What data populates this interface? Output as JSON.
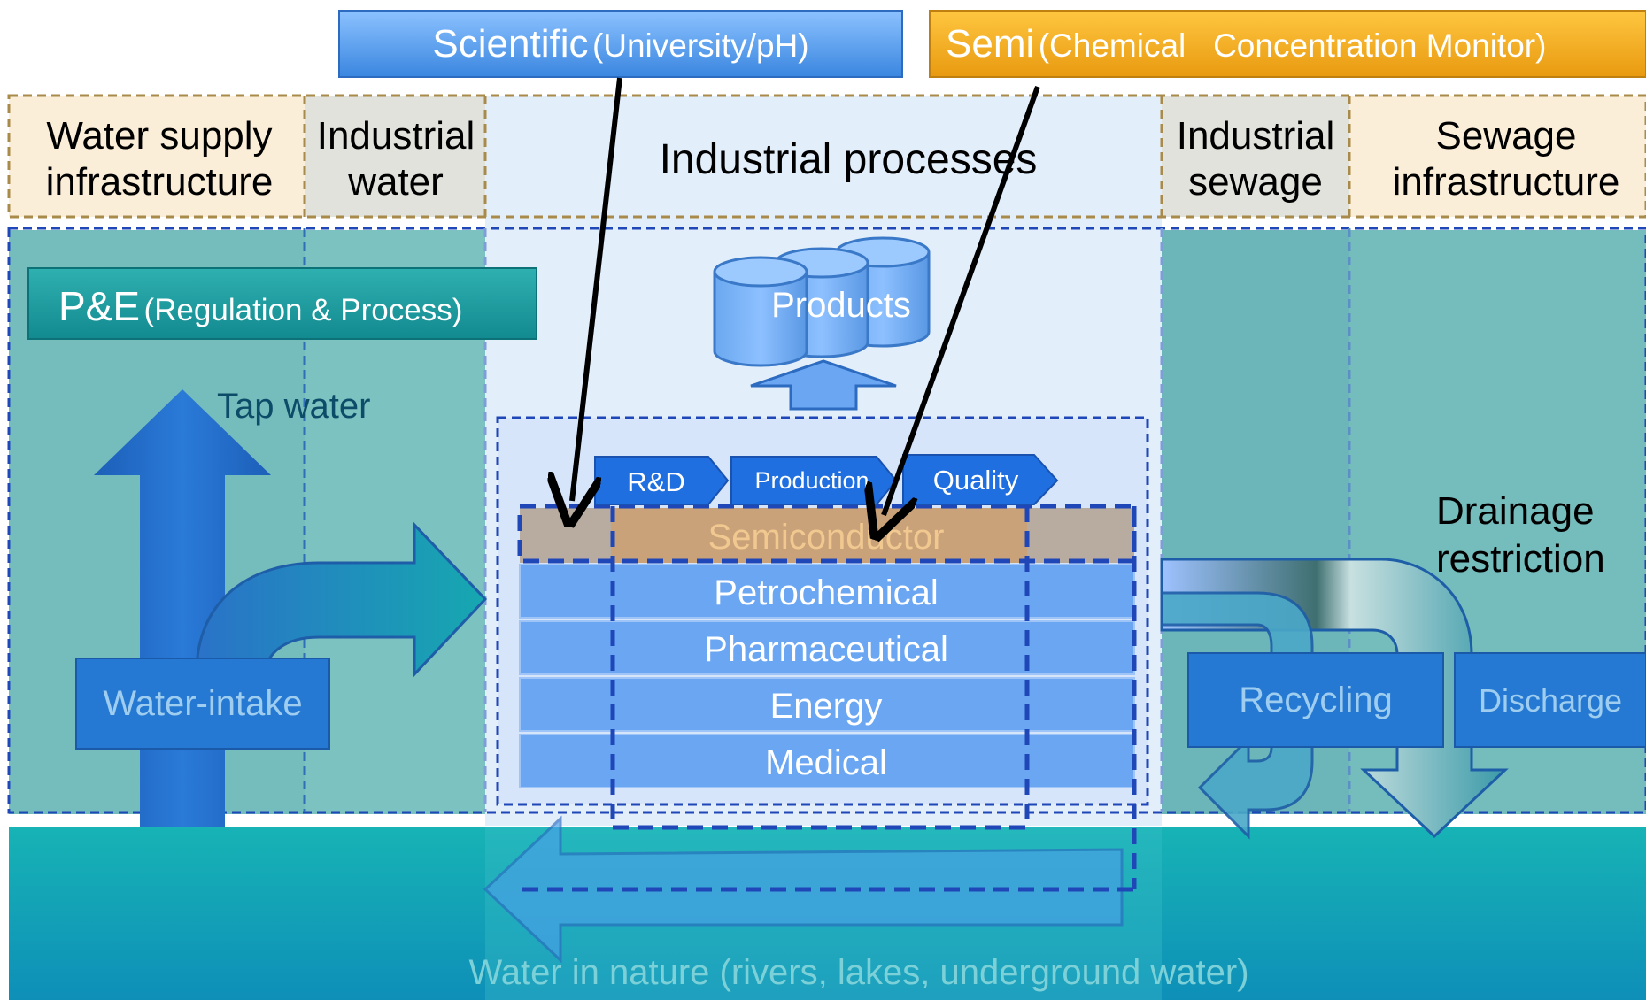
{
  "banners": {
    "scientific": {
      "main": "Scientific",
      "sub": "(University/pH)"
    },
    "semi": {
      "main": "Semi",
      "sub": "(Chemical   Concentration Monitor)"
    }
  },
  "zones": {
    "water_supply": [
      "Water supply",
      "infrastructure"
    ],
    "industrial_water": [
      "Industrial",
      "water"
    ],
    "industrial_processes": "Industrial processes",
    "industrial_sewage": [
      "Industrial",
      "sewage"
    ],
    "sewage": [
      "Sewage",
      "infrastructure"
    ]
  },
  "pe": {
    "main": "P&E",
    "sub": "(Regulation & Process)"
  },
  "tap_water": "Tap water",
  "products": "Products",
  "stages": [
    "R&D",
    "Production",
    "Quality"
  ],
  "industries": [
    "Semiconductor",
    "Petrochemical",
    "Pharmaceutical",
    "Energy",
    "Medical"
  ],
  "water_intake": "Water-intake",
  "drainage": [
    "Drainage",
    "restriction"
  ],
  "recycling": "Recycling",
  "discharge": "Discharge",
  "nature": "Water in nature (rivers, lakes, underground water)",
  "colors": {
    "scientific_banner": "#5aa0ec",
    "semi_banner": "#f0a820",
    "teal_zone": "#75bcbc",
    "water_body": "#1cb0b8",
    "process_blue": "#6aa6f2",
    "dashed_border": "#1f47b8",
    "semiconductor_text": "#f0c890"
  }
}
